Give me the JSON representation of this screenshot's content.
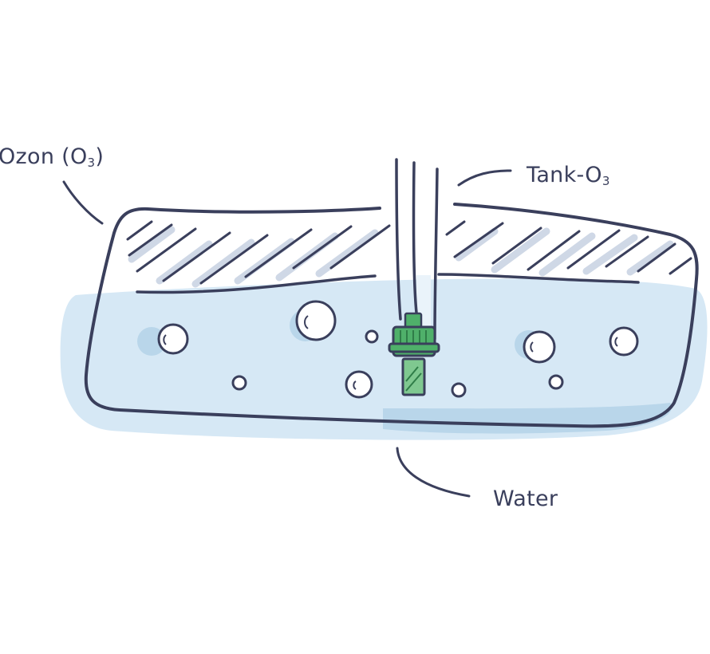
{
  "labels": {
    "ozone": {
      "text": "Ozon (O",
      "sub": "3",
      "tail": ")"
    },
    "tank": {
      "text": "Tank-O",
      "sub": "3"
    },
    "water": {
      "text": "Water"
    }
  },
  "colors": {
    "outline": "#3a3f5c",
    "water_fill": "#d6e8f5",
    "water_shade": "#b9d6ea",
    "hatch": "#3a3f5c",
    "hatch_shadow": "#cfd8e6",
    "nozzle": "#4fb06a",
    "nozzle_dark": "#2f7d48",
    "text": "#3a3f5c"
  },
  "icons": {
    "bubble": "bubble-icon",
    "nozzle": "ozone-diffuser-icon"
  }
}
